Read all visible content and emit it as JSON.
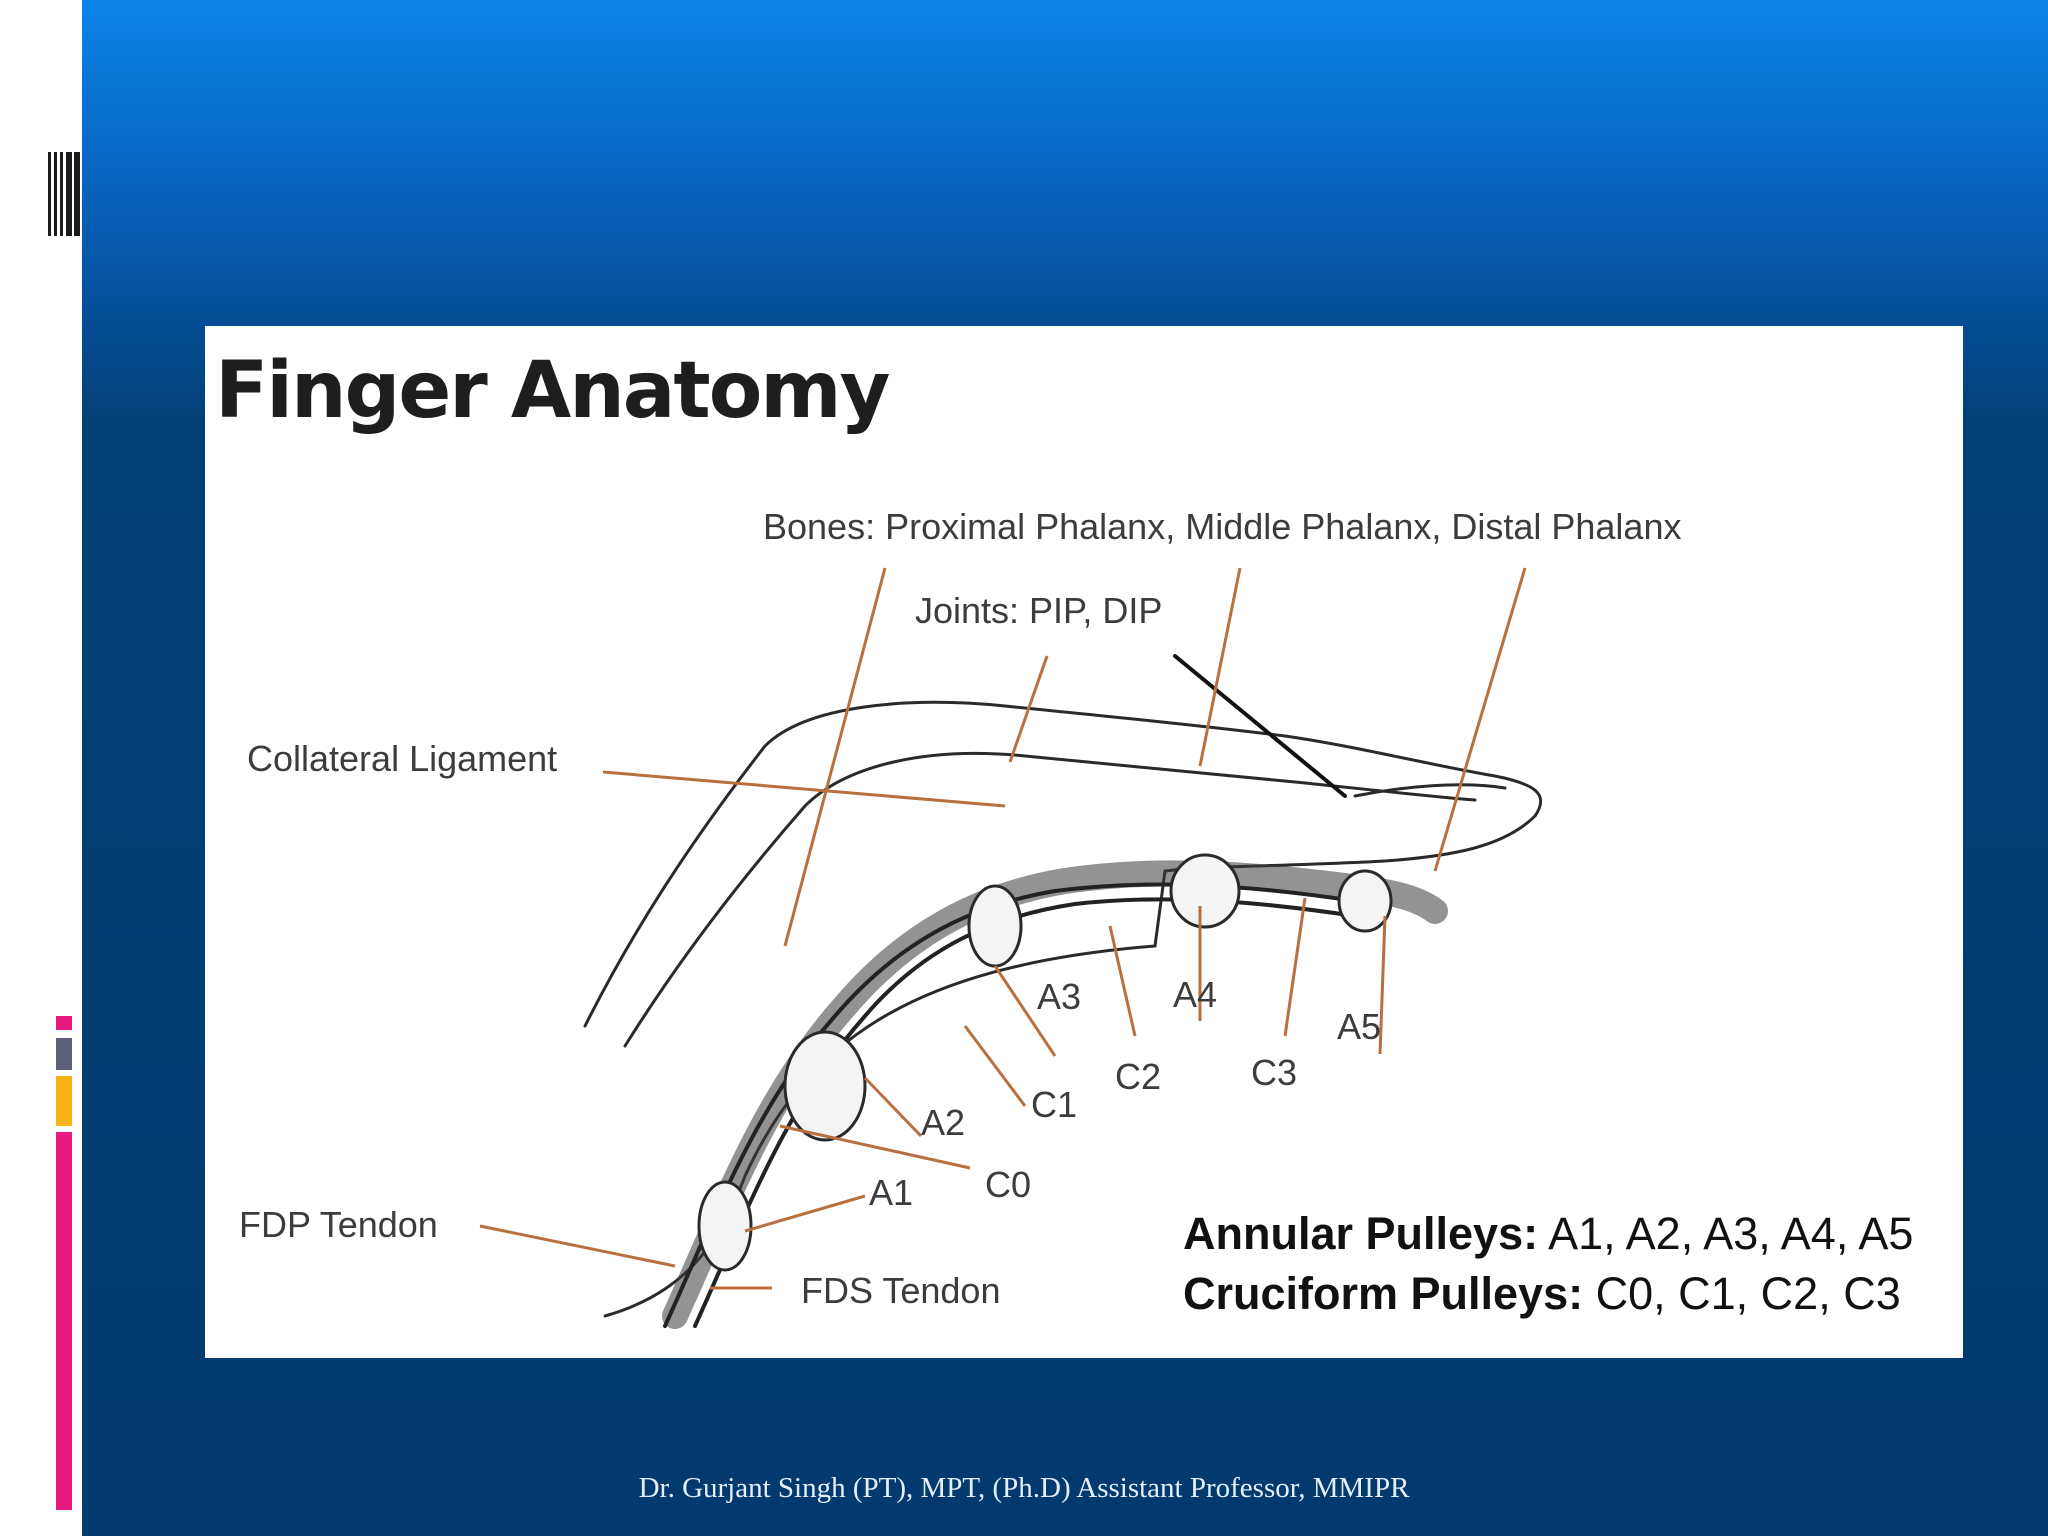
{
  "figure": {
    "title": "Finger Anatomy",
    "labels": {
      "bones": "Bones: Proximal Phalanx, Middle Phalanx, Distal Phalanx",
      "joints": "Joints: PIP, DIP",
      "collateral": "Collateral Ligament",
      "fdp": "FDP Tendon",
      "fds": "FDS Tendon",
      "a1": "A1",
      "a2": "A2",
      "a3": "A3",
      "a4": "A4",
      "a5": "A5",
      "c0": "C0",
      "c1": "C1",
      "c2": "C2",
      "c3": "C3"
    },
    "legend": {
      "annular_heading": "Annular Pulleys:",
      "annular_values": " A1, A2, A3, A4, A5",
      "cruciform_heading": "Cruciform Pulleys:",
      "cruciform_values": " C0, C1, C2, C3"
    }
  },
  "footer": "Dr. Gurjant Singh (PT), MPT, (Ph.D) Assistant Professor, MMIPR",
  "colors": {
    "leader_line": "#b8703f",
    "deco_pink": "#e8197c",
    "deco_gray": "#5d6078",
    "deco_gold": "#f6b417"
  }
}
